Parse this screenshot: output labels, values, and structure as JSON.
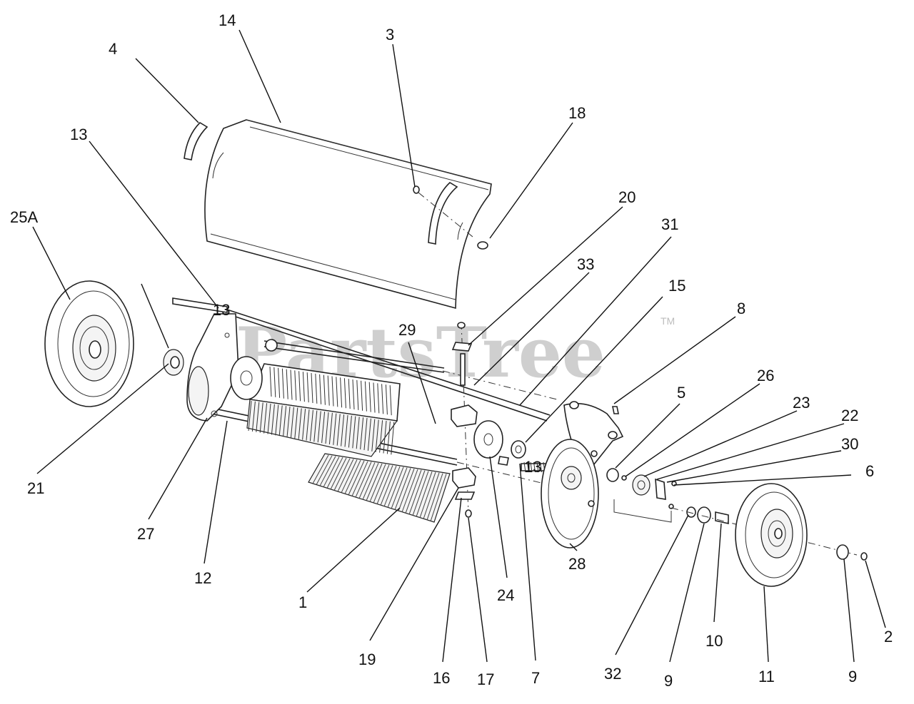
{
  "watermark": {
    "text": "PartsTree",
    "mark": "TM"
  },
  "callouts": [
    {
      "id": "lbl-1",
      "text": "1"
    },
    {
      "id": "lbl-2",
      "text": "2"
    },
    {
      "id": "lbl-3",
      "text": "3"
    },
    {
      "id": "lbl-4",
      "text": "4"
    },
    {
      "id": "lbl-5",
      "text": "5"
    },
    {
      "id": "lbl-6",
      "text": "6"
    },
    {
      "id": "lbl-7",
      "text": "7"
    },
    {
      "id": "lbl-8",
      "text": "8"
    },
    {
      "id": "lbl-9a",
      "text": "9"
    },
    {
      "id": "lbl-9b",
      "text": "9"
    },
    {
      "id": "lbl-10",
      "text": "10"
    },
    {
      "id": "lbl-11",
      "text": "11"
    },
    {
      "id": "lbl-12",
      "text": "12"
    },
    {
      "id": "lbl-13a",
      "text": "13"
    },
    {
      "id": "lbl-13b",
      "text": "13"
    },
    {
      "id": "lbl-13c",
      "text": "13"
    },
    {
      "id": "lbl-14",
      "text": "14"
    },
    {
      "id": "lbl-15",
      "text": "15"
    },
    {
      "id": "lbl-16",
      "text": "16"
    },
    {
      "id": "lbl-17",
      "text": "17"
    },
    {
      "id": "lbl-18",
      "text": "18"
    },
    {
      "id": "lbl-19",
      "text": "19"
    },
    {
      "id": "lbl-20",
      "text": "20"
    },
    {
      "id": "lbl-21",
      "text": "21"
    },
    {
      "id": "lbl-22",
      "text": "22"
    },
    {
      "id": "lbl-23",
      "text": "23"
    },
    {
      "id": "lbl-24",
      "text": "24"
    },
    {
      "id": "lbl-25A",
      "text": "25A"
    },
    {
      "id": "lbl-26",
      "text": "26"
    },
    {
      "id": "lbl-27",
      "text": "27"
    },
    {
      "id": "lbl-28",
      "text": "28"
    },
    {
      "id": "lbl-29",
      "text": "29"
    },
    {
      "id": "lbl-30",
      "text": "30"
    },
    {
      "id": "lbl-31",
      "text": "31"
    },
    {
      "id": "lbl-32",
      "text": "32"
    },
    {
      "id": "lbl-33",
      "text": "33"
    }
  ]
}
